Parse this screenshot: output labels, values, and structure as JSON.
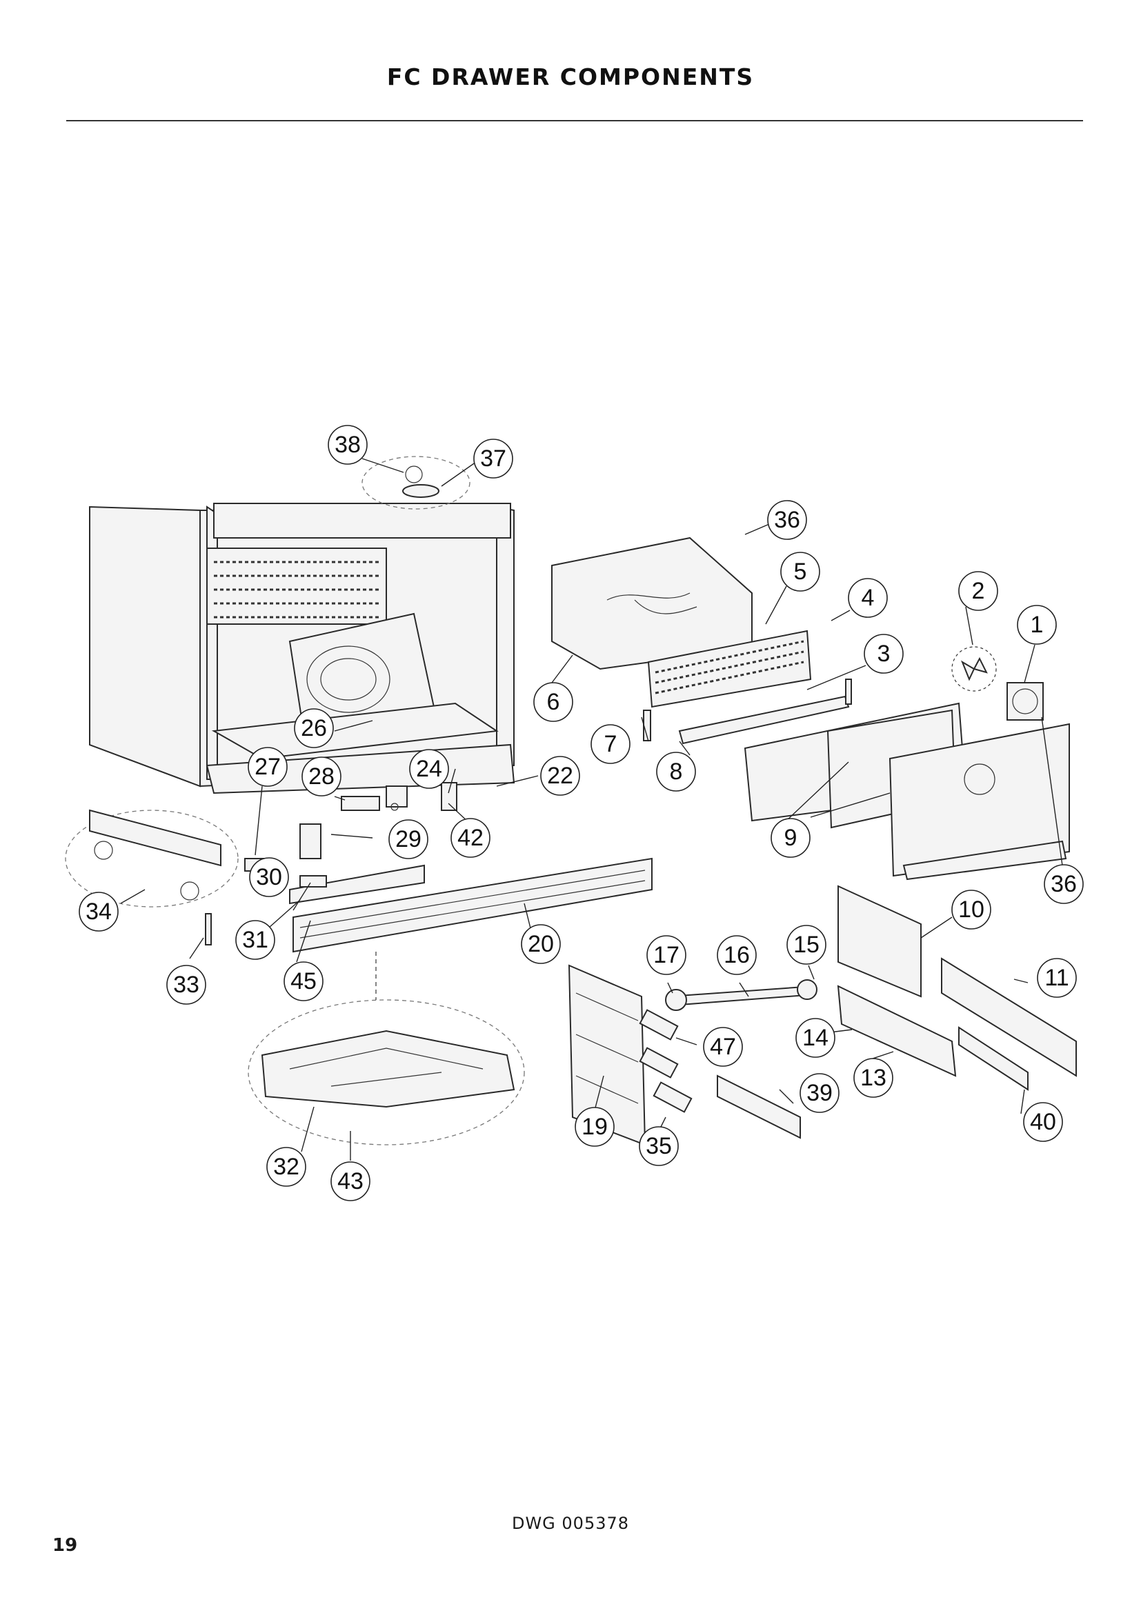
{
  "header": {
    "title": "FC DRAWER COMPONENTS"
  },
  "footer": {
    "drawing_number": "DWG 005378",
    "page_number": "19"
  },
  "callouts": [
    "38",
    "37",
    "36",
    "5",
    "4",
    "2",
    "1",
    "3",
    "6",
    "26",
    "7",
    "8",
    "27",
    "28",
    "24",
    "22",
    "29",
    "42",
    "9",
    "30",
    "36",
    "34",
    "31",
    "10",
    "20",
    "17",
    "16",
    "15",
    "11",
    "33",
    "45",
    "14",
    "47",
    "13",
    "39",
    "40",
    "19",
    "35",
    "32",
    "43"
  ]
}
